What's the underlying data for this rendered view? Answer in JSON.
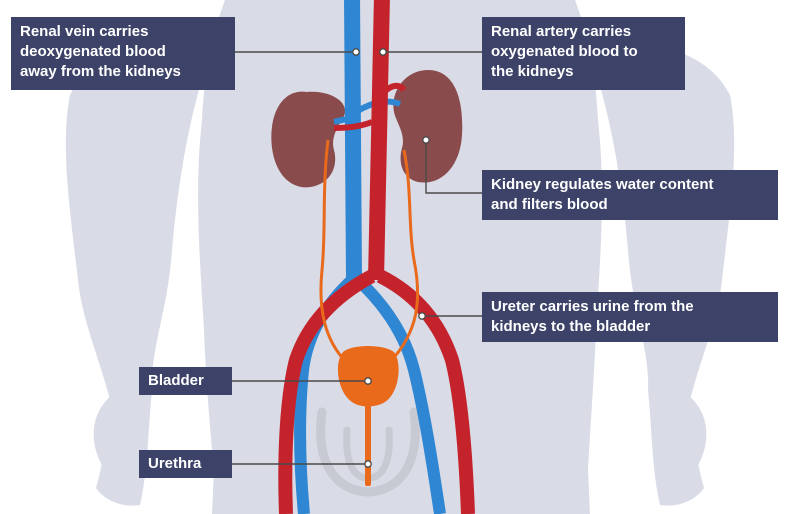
{
  "labels": {
    "renal_vein": "Renal vein carries\ndeoxygenated blood\naway from the kidneys",
    "renal_artery": "Renal artery carries\noxygenated blood to\nthe kidneys",
    "kidney": "Kidney regulates water content\nand filters blood",
    "ureter": "Ureter carries urine from the\nkidneys to the bladder",
    "bladder": "Bladder",
    "urethra": "Urethra"
  },
  "colors": {
    "body_silhouette": "#d9dbe6",
    "pelvis_outline": "#c7c9d3",
    "vein": "#2f86d2",
    "artery": "#c4232b",
    "kidney": "#8a4b4d",
    "ureter_bladder": "#ea6a1c",
    "label_background": "#3c4268",
    "label_text": "#ffffff",
    "leader_line": "#4a4a4a"
  }
}
